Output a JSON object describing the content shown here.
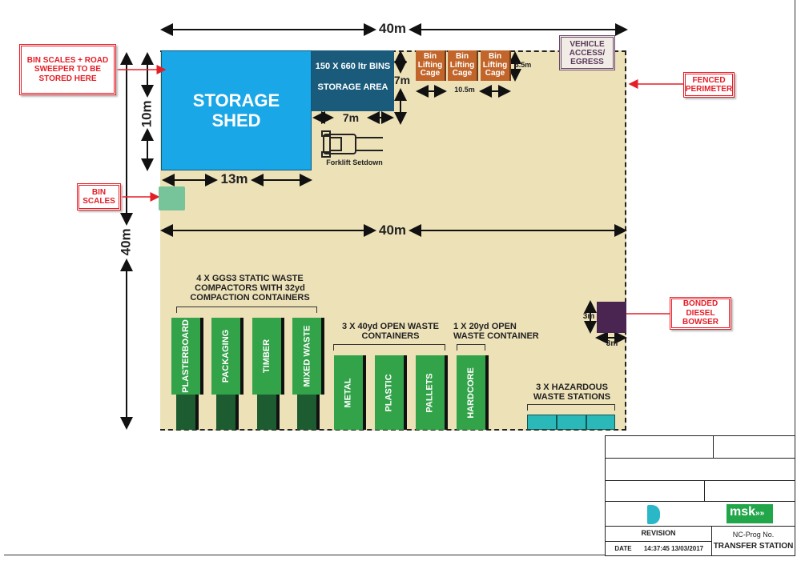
{
  "dimensions": {
    "top_width": "40m",
    "left_height": "40m",
    "mid_width": "40m",
    "shed_height": "10m",
    "shed_width": "13m",
    "bins_height": "7m",
    "bins_width": "7m",
    "cages_width": "10.5m",
    "cages_height": "3.5m",
    "bowser_height": "3m",
    "bowser_width": "3m"
  },
  "storage_shed": {
    "label": "STORAGE SHED",
    "color": "#1aa7e8"
  },
  "bins_storage": {
    "line1": "150 X 660 ltr BINS",
    "line2": "STORAGE AREA",
    "color": "#1a5b7c"
  },
  "forklift": {
    "label": "Forklift Setdown",
    "icon": "forklift-icon"
  },
  "cages": [
    {
      "label": "Bin Lifting Cage"
    },
    {
      "label": "Bin Lifting Cage"
    },
    {
      "label": "Bin Lifting Cage"
    }
  ],
  "vehicle_access": "VEHICLE ACCESS/ EGRESS",
  "callouts": {
    "road_sweeper": "BIN SCALES + ROAD SWEEPER TO BE STORED HERE",
    "bin_scales": "BIN SCALES",
    "fenced": "FENCED PERIMETER",
    "bowser": "BONDED DIESEL BOWSER"
  },
  "compactors": {
    "title": "4 X GGS3 STATIC WASTE COMPACTORS WITH 32yd COMPACTION CONTAINERS",
    "items": [
      "PLASTERBOARD",
      "PACKAGING",
      "TIMBER",
      "MIXED WASTE"
    ]
  },
  "open40": {
    "title": "3 X 40yd OPEN WASTE CONTAINERS",
    "items": [
      "METAL",
      "PLASTIC",
      "PALLETS"
    ]
  },
  "open20": {
    "title": "1 X 20yd OPEN WASTE CONTAINER",
    "items": [
      "HARDCORE"
    ]
  },
  "hazardous": {
    "title": "3 X HAZARDOUS WASTE STATIONS"
  },
  "title_block": {
    "revision": "REVISION",
    "date_label": "DATE",
    "date_value": "14:37:45  13/03/2017",
    "prog": "NC-Prog No.",
    "project": "TRANSFER STATION",
    "logo_right": "msk"
  },
  "colors": {
    "sand": "#ede1b8",
    "bin_green": "#33a34a",
    "cage": "#c2652a",
    "bowser": "#4a2552",
    "hazard": "#2ab8b8",
    "callout": "#e41e26"
  }
}
